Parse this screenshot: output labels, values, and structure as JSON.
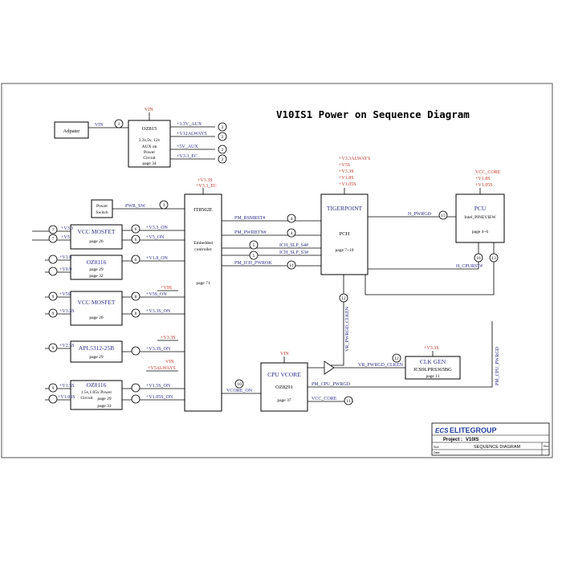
{
  "title": "V10IS1 Power on Sequence Diagram",
  "blocks": {
    "adapter": {
      "label": "Adpater"
    },
    "oz815": {
      "name": "OZ815",
      "rails": "3.3v,5v, 12v",
      "sub1": "AUX on",
      "sub2": "Power",
      "sub3": "Circuit",
      "page": "page 34",
      "supply": "VIN"
    },
    "power_switch": {
      "line1": "Power",
      "line2": "Switch"
    },
    "it8502e": {
      "name": "IT8502E",
      "sub1": "Embedded",
      "sub2": "controller",
      "page": "page 71",
      "supply1": "+V3.3S",
      "supply2": "+V3.3_EC"
    },
    "vcc_mosfet_1": {
      "name": "VCC MOSFET",
      "page": "page 26"
    },
    "oz8116_1": {
      "name": "OZ8116",
      "page1": "page 29",
      "page2": "page 32"
    },
    "vcc_mosfet_2": {
      "name": "VCC MOSFET",
      "page": "page 26"
    },
    "apl5312": {
      "name": "APL5312-25B",
      "page": "page 29"
    },
    "oz8116_2": {
      "name": "OZ8116",
      "sub1": "1.5v,1.05v Power",
      "sub2": "Circuit",
      "page1": "page 29",
      "page2": "page 31"
    },
    "tigerpoint": {
      "name": "TIGERPOINT",
      "sub": "PCH",
      "page": "page 7~10",
      "supplies": [
        "+V3.3ALWAYS",
        "+V5S",
        "+V3.3S",
        "+V1.8S",
        "+V1.05S"
      ]
    },
    "pcu": {
      "name": "PCU",
      "sub": "Intel_PINEVIEW",
      "page": "page 4~6",
      "supplies": [
        "VCC_CORE",
        "+V1.8S",
        "+V1.05S"
      ]
    },
    "cpu_vcore": {
      "name": "CPU VCORE",
      "sub": "OZ8291",
      "page": "page 37",
      "supply": "VIN"
    },
    "clk_gen": {
      "name": "CLK GEN",
      "sub": "ICS9LPRS365BG",
      "page": "page 11",
      "supply": "+V3.3S"
    }
  },
  "signals": {
    "vin": "VIN",
    "aux_3v3": "+3.3V_AUX",
    "v12always": "+V12ALWAYS",
    "aux_5v": "+5V_AUX",
    "v3v3_ec": "+V3.3_EC",
    "pwr_sw": "PWR_SW",
    "v3v3": "+V3.3",
    "v5": "+V5",
    "v3v3_on": "+V3.3_ON",
    "v5_on": "+V5_ON",
    "v1v8": "+V1.8",
    "v0v9": "+V0.9",
    "v1v8_on": "+V1.8_ON",
    "v5s": "+V5S",
    "v3v3s": "+V3.3S",
    "v5s_on": "+V5S_ON",
    "v3v3s_on": "+V3.3S_ON",
    "v2v5s": "+V2.5S",
    "v3v3s_on_b": "+V3.3S_ON",
    "v3v3s_red": "+V3.3S",
    "v9s_red": "+V9S",
    "vin_red": "VIN",
    "v5always": "+V5ALWAYS",
    "v1v5s": "+V1.5S",
    "v1v05s": "+V1.05S",
    "v1v5s_on": "+V1.5S_ON",
    "v1v05s_on": "+V1.05S_ON",
    "pm_rsmrst": "PM_RSMRST#",
    "pm_pwrbtn": "PM_PWRBTN#",
    "ich_slp_s4": "ICH_SLP_S4#",
    "ich_slp_s3": "ICH_SLP_S3#",
    "pm_ich_pwrok": "PM_ICH_PWROK",
    "h_pwrgd": "H_PWRGD",
    "h_cpurst": "H_CPURST#",
    "vr_pwrgd_clken": "VR_PWRGD_CLKEN",
    "vr_pwrgd_clken_h": "VR_PWRGD_CLKEN",
    "pm_cpu_pwrgd": "PM_CPU_PWRGD",
    "pm_cpu_pwrgd_v": "PM_CPU_PWRGD",
    "vcore_on": "VCORE_ON",
    "vcc_core": "VCC_CORE"
  },
  "steps": [
    "1",
    "2",
    "2",
    "2",
    "2",
    "3",
    "4",
    "4",
    "5",
    "5",
    "6",
    "6",
    "6",
    "7",
    "7",
    "8",
    "8",
    "9",
    "9",
    "9",
    "9",
    "10",
    "11",
    "12",
    "12",
    "13",
    "14",
    "15",
    "16"
  ],
  "title_block": {
    "company": "ELITEGROUP",
    "logo": "ECS",
    "project_label": "Project :",
    "project": "V10IS",
    "sheet_title": "SEQUENCE DIAGRAM",
    "row1": "Size",
    "row2": "Date:",
    "rev": "Rev"
  }
}
